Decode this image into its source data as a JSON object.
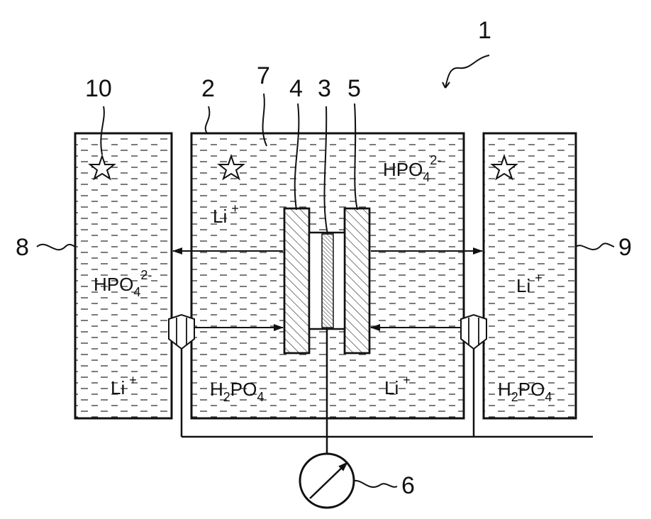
{
  "refs": {
    "r1": "1",
    "r2": "2",
    "r3": "3",
    "r4": "4",
    "r5": "5",
    "r6": "6",
    "r7": "7",
    "r8": "8",
    "r9": "9",
    "r10": "10"
  },
  "chem": {
    "li": "Li",
    "li_charge": "+",
    "hpo4_base": "HPO",
    "hpo4_sub": "4",
    "hpo4_charge": "2-",
    "h2po4_h": "H",
    "h2po4_sub1": "2",
    "h2po4_po": "PO",
    "h2po4_sub2": "4"
  },
  "icons": {
    "marker": "star-icon",
    "meter": "gauge-meter-icon",
    "valve": "valve-icon"
  }
}
